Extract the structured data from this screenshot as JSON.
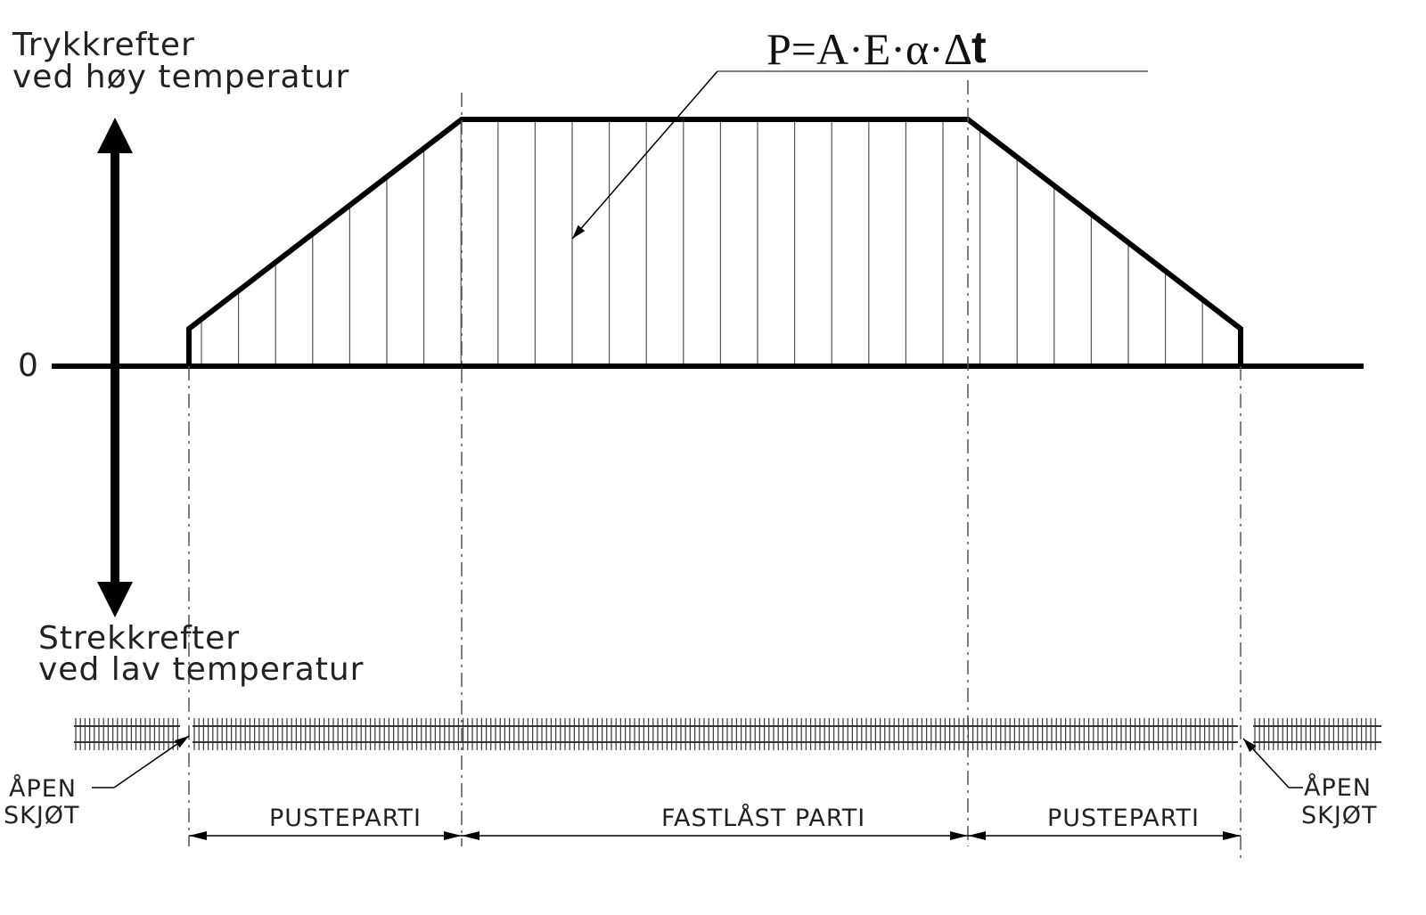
{
  "labels": {
    "compression_line1": "Trykkrefter",
    "compression_line2": "ved  høy  temperatur",
    "tension_line1": "Strekkrefter",
    "tension_line2": "ved  lav  temperatur",
    "zero": "0",
    "formula_main": "P=A·E·α·Δ",
    "formula_t": "t",
    "open_joint_left_1": "ÅPEN",
    "open_joint_left_2": "SKJØT",
    "open_joint_right_1": "ÅPEN",
    "open_joint_right_2": "SKJØT",
    "section_left": "PUSTEPARTI",
    "section_middle": "FASTLÅST  PARTI",
    "section_right": "PUSTEPARTI"
  }
}
